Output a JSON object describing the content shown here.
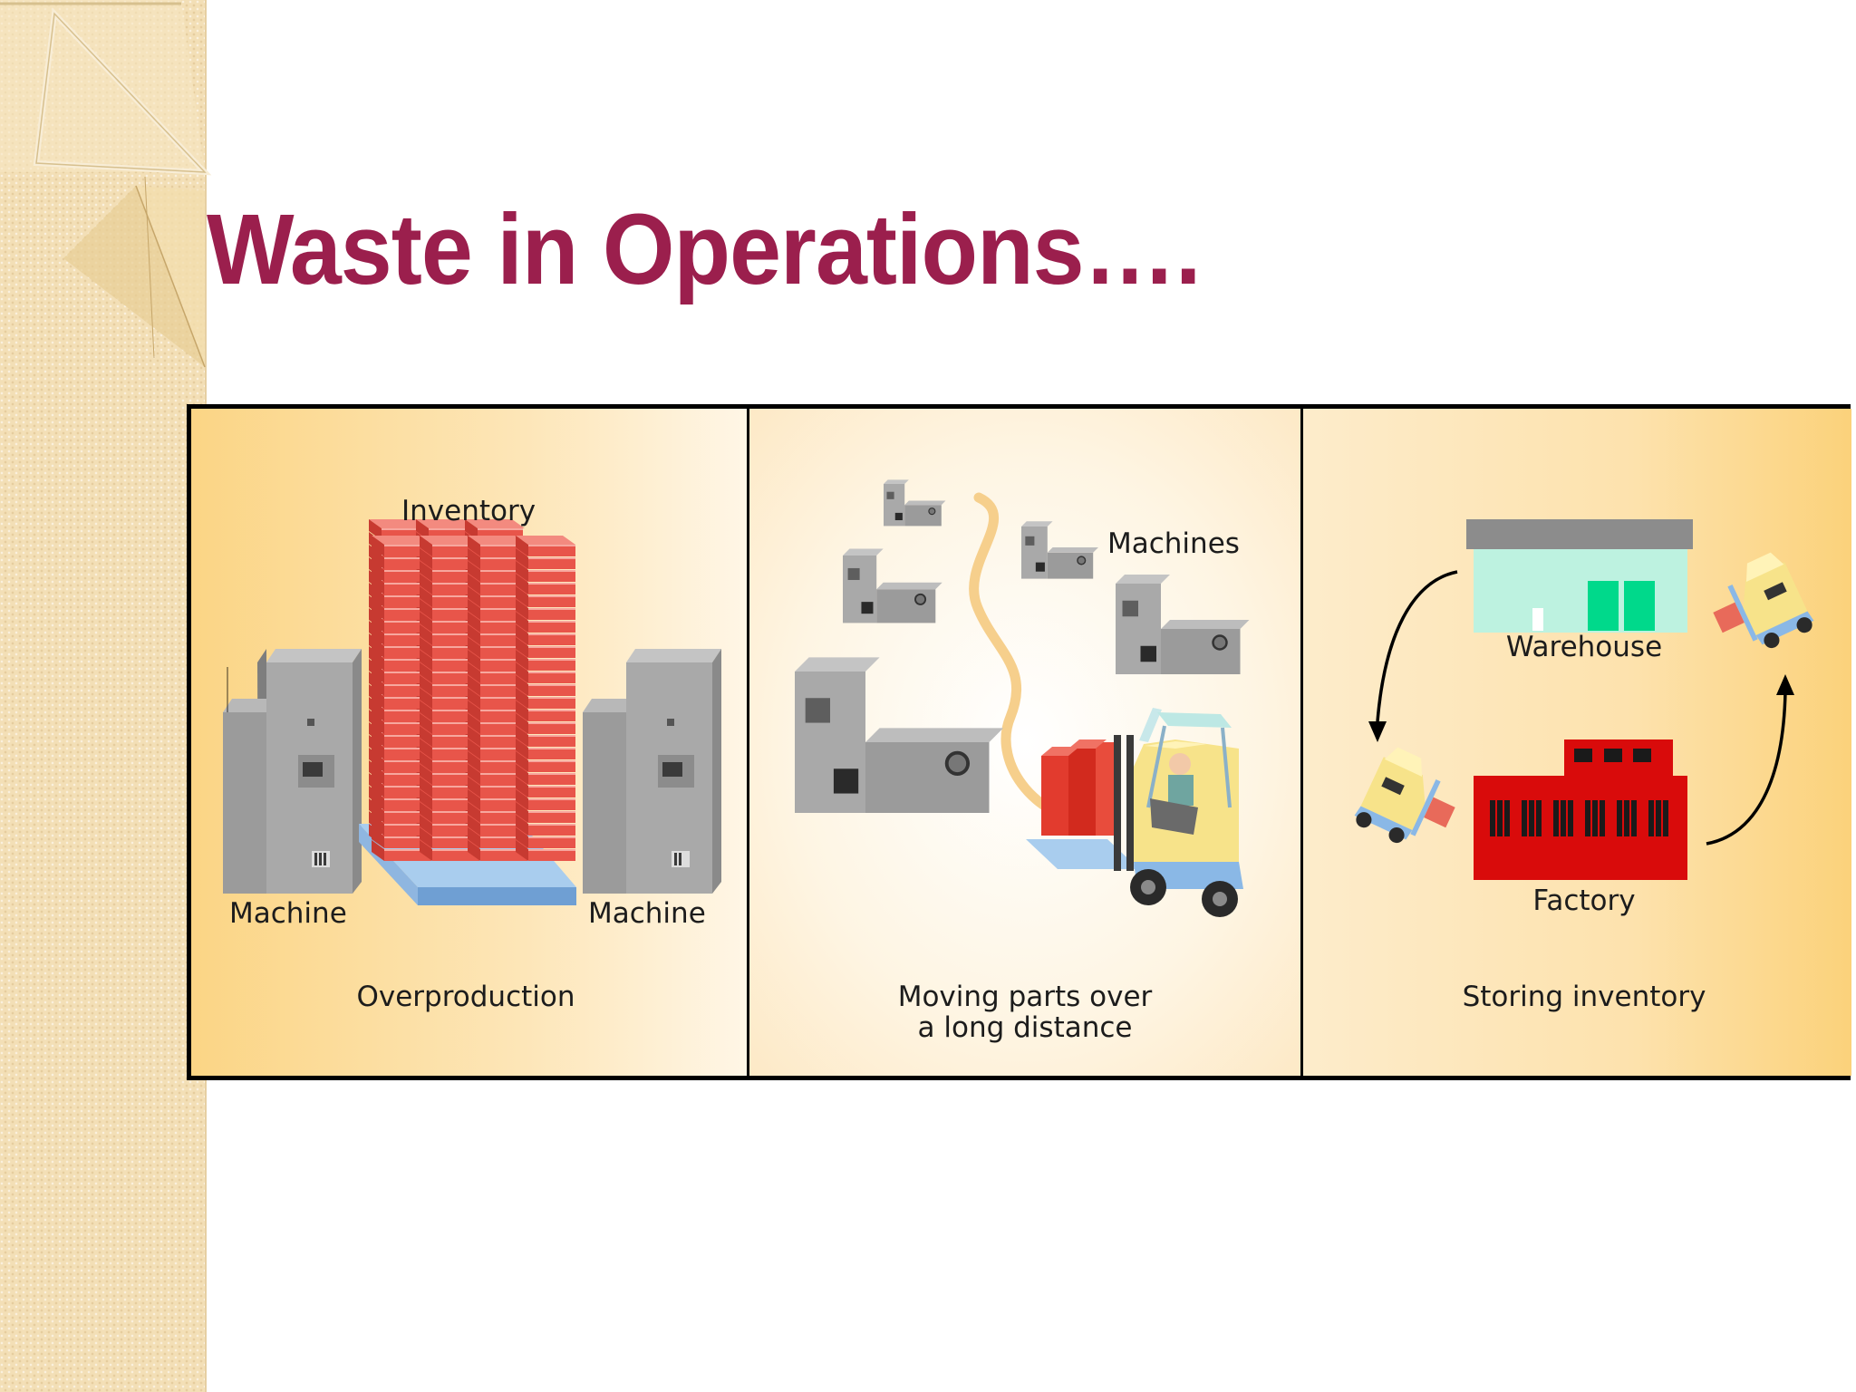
{
  "slide": {
    "title": "Waste in Operations…."
  },
  "panels": {
    "overproduction": {
      "inventory_label": "Inventory",
      "machine_left_label": "Machine",
      "machine_right_label": "Machine",
      "caption": "Overproduction"
    },
    "moving": {
      "machines_label": "Machines",
      "caption_line1": "Moving parts over",
      "caption_line2": "a long distance"
    },
    "storing": {
      "warehouse_label": "Warehouse",
      "factory_label": "Factory",
      "caption": "Storing inventory"
    }
  },
  "colors": {
    "title": "#9b1f4d",
    "machine_gray": "#a9a9a9",
    "inventory_red": "#e8554a",
    "pallet_blue": "#8ab8e6",
    "warehouse_mint": "#bdf2e0",
    "factory_red": "#d90b0b",
    "forklift_yellow": "#f7e38a"
  }
}
